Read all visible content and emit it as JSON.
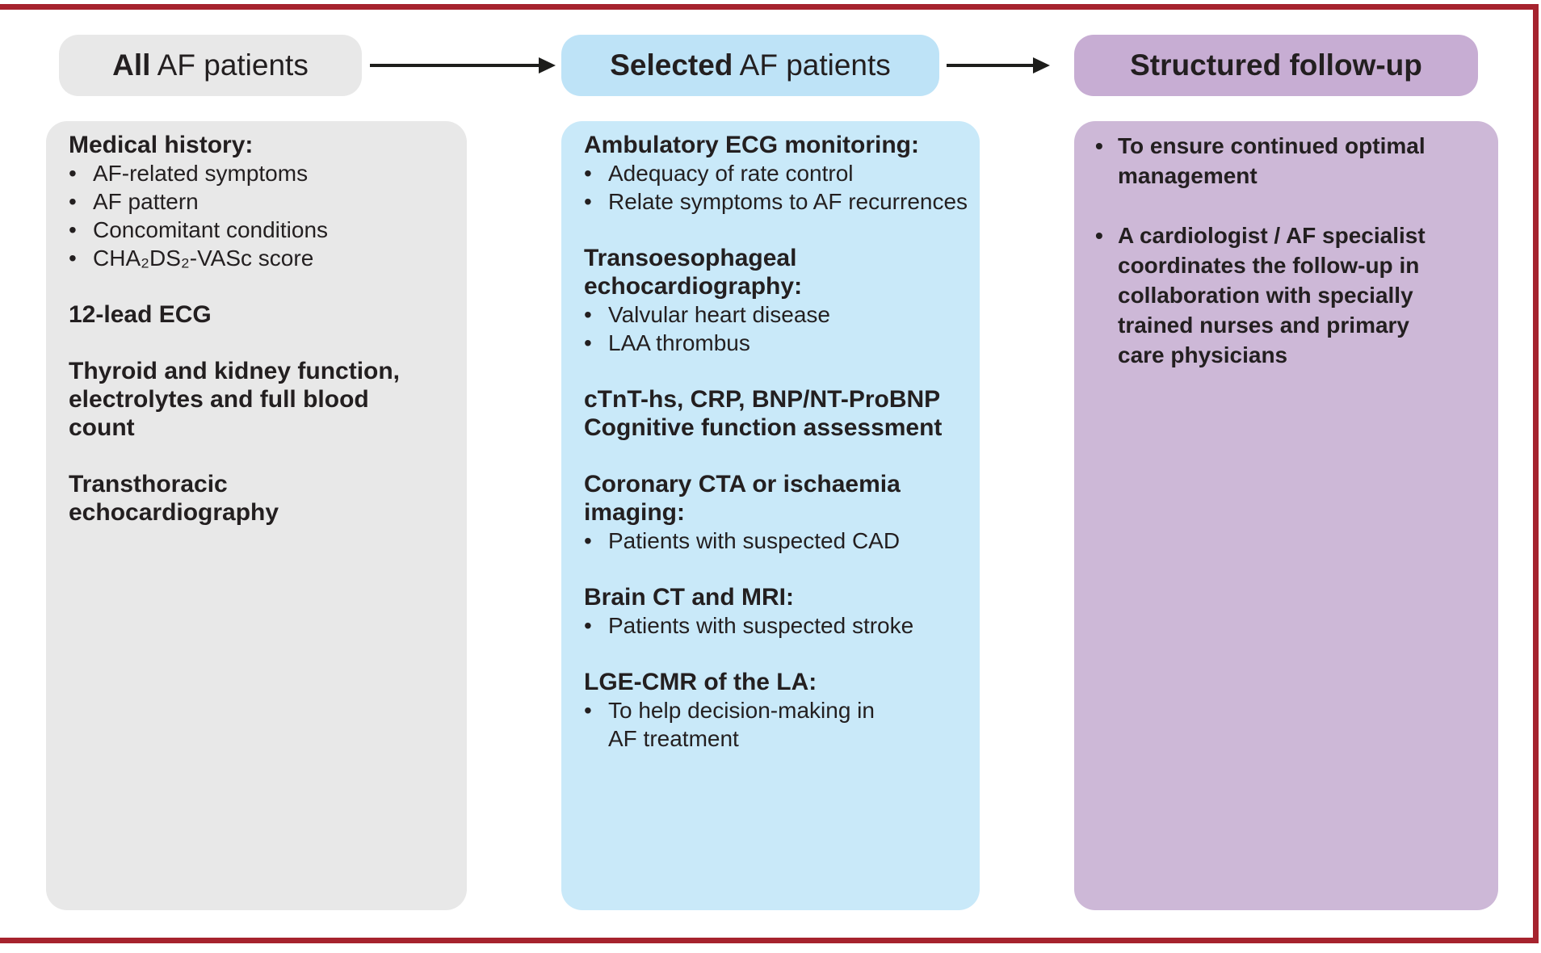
{
  "ui": {
    "bullet": "•"
  },
  "palette": {
    "frame_red": "#a6232e",
    "arrow_black": "#1d1d1b",
    "text": "#231f20",
    "gray": "#e8e8e8",
    "blue_header": "#bee3f7",
    "blue_box": "#c9e9f9",
    "purple_header": "#c7add3",
    "purple_box": "#cdb8d7"
  },
  "flow": {
    "headers": [
      {
        "emphasis": "All",
        "rest": " AF patients"
      },
      {
        "emphasis": "Selected",
        "rest": " AF patients"
      },
      {
        "emphasis": "Structured follow-up",
        "rest": ""
      }
    ]
  },
  "columns": [
    {
      "name": "all-af-patients",
      "sections": [
        {
          "heading": "Medical history:",
          "bullets": [
            "AF-related symptoms",
            "AF pattern",
            "Concomitant conditions",
            "CHA₂DS₂-VASc score"
          ]
        },
        {
          "heading": "12-lead ECG",
          "bullets": []
        },
        {
          "heading": "Thyroid and kidney function,\nelectrolytes and full blood\ncount",
          "bullets": []
        },
        {
          "heading": "Transthoracic\nechocardiography",
          "bullets": []
        }
      ]
    },
    {
      "name": "selected-af-patients",
      "sections": [
        {
          "heading": "Ambulatory ECG monitoring:",
          "bullets": [
            "Adequacy of rate control",
            "Relate symptoms to AF recurrences"
          ]
        },
        {
          "heading": "Transoesophageal\nechocardiography:",
          "bullets": [
            "Valvular heart disease",
            "LAA thrombus"
          ]
        },
        {
          "heading": "cTnT-hs, CRP, BNP/NT-ProBNP\nCognitive function assessment",
          "bullets": []
        },
        {
          "heading": "Coronary CTA or ischaemia\nimaging:",
          "bullets": [
            "Patients with suspected CAD"
          ]
        },
        {
          "heading": "Brain CT and MRI:",
          "bullets": [
            "Patients with suspected stroke"
          ]
        },
        {
          "heading": "LGE-CMR of the LA:",
          "bullets": [
            "To help decision-making in\nAF treatment"
          ]
        }
      ]
    },
    {
      "name": "structured-follow-up",
      "sections": [
        {
          "heading": "",
          "bullets": [
            "To ensure continued optimal\nmanagement"
          ]
        },
        {
          "heading": "",
          "bullets": [
            "A cardiologist / AF specialist\ncoordinates the follow-up in\ncollaboration with specially\ntrained nurses and primary\ncare physicians"
          ]
        }
      ]
    }
  ]
}
